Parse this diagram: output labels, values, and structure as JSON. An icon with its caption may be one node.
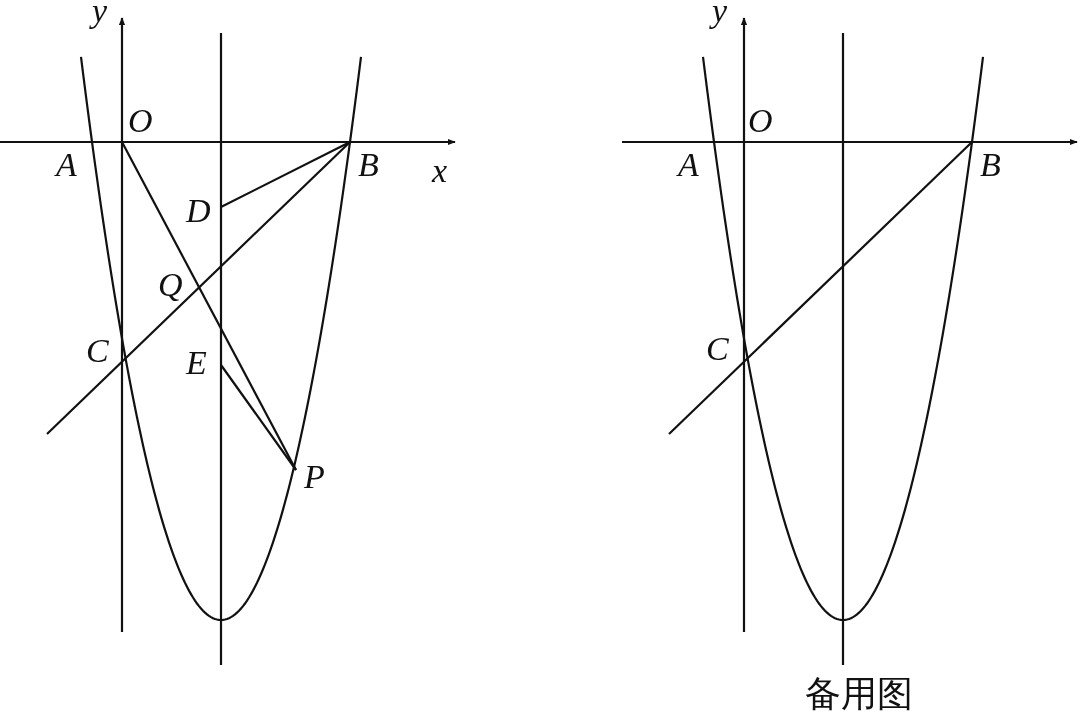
{
  "diagram": {
    "caption": "备用图",
    "labels": [
      "y",
      "O",
      "A",
      "B",
      "x",
      "D",
      "Q",
      "C",
      "E",
      "P",
      "y",
      "O",
      "A",
      "B",
      "C"
    ]
  }
}
